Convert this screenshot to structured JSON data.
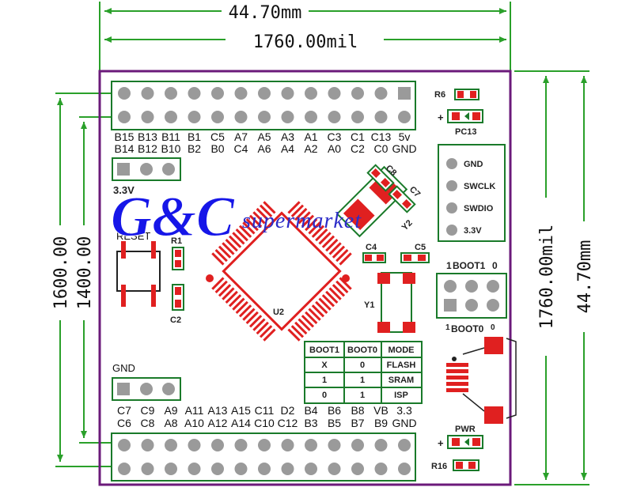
{
  "dimensions": {
    "top_mm": "44.70mm",
    "top_mil": "1760.00mil",
    "right_mil": "1760.00mil",
    "right_mm": "44.70mm",
    "left_outer": "1600.00",
    "left_inner": "1400.00"
  },
  "watermark": {
    "logo": "G&C",
    "text": "supermarket"
  },
  "top_header": {
    "row1": [
      "B15",
      "B13",
      "B11",
      "B1",
      "C5",
      "A7",
      "A5",
      "A3",
      "A1",
      "C3",
      "C1",
      "C13",
      "5v"
    ],
    "row2": [
      "B14",
      "B12",
      "B10",
      "B2",
      "B0",
      "C4",
      "A6",
      "A4",
      "A2",
      "A0",
      "C2",
      "C0",
      "GND"
    ]
  },
  "bottom_header": {
    "row1": [
      "C7",
      "C9",
      "A9",
      "A11",
      "A13",
      "A15",
      "C11",
      "D2",
      "B4",
      "B6",
      "B8",
      "VB",
      "3.3"
    ],
    "row2": [
      "C6",
      "C8",
      "A8",
      "A10",
      "A12",
      "A14",
      "C10",
      "C12",
      "B3",
      "B5",
      "B7",
      "B9",
      "GND"
    ]
  },
  "labels": {
    "pwr_3v3": "3.3V",
    "reset": "RESET",
    "gnd": "GND",
    "r1": "R1",
    "c2": "C2",
    "c8": "C8",
    "c7": "C7",
    "y2": "Y2",
    "c4": "C4",
    "c5": "C5",
    "u2": "U2",
    "y1": "Y1",
    "r6": "R6",
    "pc13": "PC13",
    "pwr": "PWR",
    "r16": "R16",
    "plus": "+",
    "boot1_1": "1",
    "boot1": "BOOT1",
    "boot1_0": "0",
    "boot0_1": "1",
    "boot0": "BOOT0",
    "boot0_0": "0"
  },
  "swd": [
    "GND",
    "SWCLK",
    "SWDIO",
    "3.3V"
  ],
  "boot_table": {
    "headers": [
      "BOOT1",
      "BOOT0",
      "MODE"
    ],
    "rows": [
      [
        "X",
        "0",
        "FLASH"
      ],
      [
        "1",
        "1",
        "SRAM"
      ],
      [
        "0",
        "1",
        "ISP"
      ]
    ]
  },
  "colors": {
    "board_outline": "#6b1a7a",
    "dimension_line": "#2aa02a",
    "pad_red": "#e02020",
    "pad_grey": "#9a9a9a",
    "silk_green": "#1a7a2a",
    "watermark_blue": "#1616e8"
  }
}
